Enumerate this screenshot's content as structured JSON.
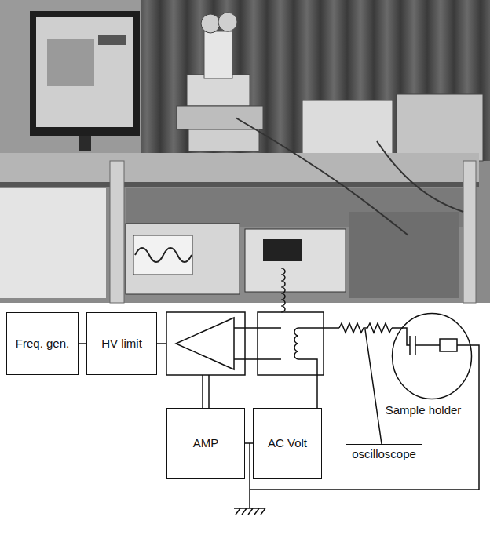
{
  "diagram": {
    "nodes": [
      {
        "text": [
          "Freq. gen."
        ]
      },
      {
        "text": [
          "HV limit"
        ]
      },
      {
        "text": [
          "AMP"
        ]
      },
      {
        "text": [
          "AC Volt"
        ]
      },
      {
        "text": [
          "oscilloscope"
        ]
      },
      {
        "text": [
          "Sample holder"
        ]
      }
    ],
    "edges": [
      {
        "from": 0,
        "to": 1,
        "arrow": "none"
      },
      {
        "from": 2,
        "to": 3,
        "arrow": "none"
      }
    ]
  }
}
